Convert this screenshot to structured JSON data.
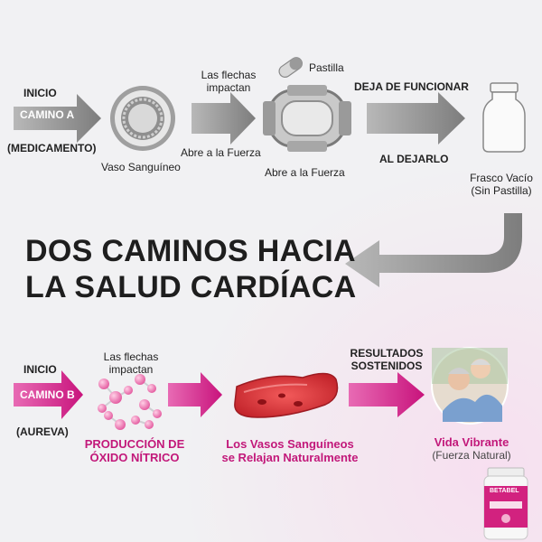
{
  "top_flow": {
    "start_label": "INICIO",
    "path_label": "CAMINO A",
    "path_sub": "(MEDICAMENTO)",
    "vessel_label": "Vaso Sanguíneo",
    "arrows_label_1": "Las flechas",
    "arrows_label_2": "impactan",
    "opens_force_1": "Abre a la Fuerza",
    "pill_label": "Pastilla",
    "opens_force_2": "Abre a la Fuerza",
    "stops_label": "DEJA DE FUNCIONAR",
    "leaving_label": "AL DEJARLO",
    "bottle_label_1": "Frasco Vacío",
    "bottle_label_2": "(Sin Pastilla)"
  },
  "headline": {
    "line1": "DOS CAMINOS HACIA",
    "line2": "LA SALUD CARDÍACA"
  },
  "bottom_flow": {
    "start_label": "INICIO",
    "path_label": "CAMINO B",
    "path_sub": "(AUREVA)",
    "arrows_label_1": "Las flechas",
    "arrows_label_2": "impactan",
    "production_1": "PRODUCCIÓN DE",
    "production_2": "ÓXIDO NÍTRICO",
    "vessels_1": "Los Vasos Sanguíneos",
    "vessels_2": "se Relajan Naturalmente",
    "results_1": "RESULTADOS",
    "results_2": "SOSTENIDOS",
    "life_1": "Vida Vibrante",
    "life_2": "(Fuerza Natural)",
    "product_name": "BETABEL"
  },
  "colors": {
    "gray_arrow": "#8c8c8c",
    "pink_arrow": "#d21f8a",
    "pink_text": "#c2187a",
    "headline": "#1e1e1e"
  },
  "icons": [
    "vessel-ring-icon",
    "clamped-vessel-icon",
    "pill-icon",
    "empty-bottle-icon",
    "molecules-icon",
    "relaxed-vessel-icon",
    "couple-photo-icon",
    "product-bottle-icon"
  ]
}
